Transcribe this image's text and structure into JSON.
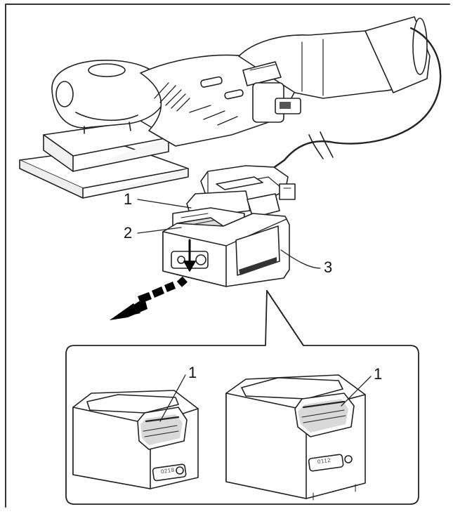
{
  "callouts": {
    "main_top_latch": "1",
    "main_release_button": "2",
    "main_battery_body": "3",
    "inset_small_latch": "1",
    "inset_large_latch": "1"
  },
  "battery_markings": {
    "small_battery": "0218",
    "large_battery": "0112"
  },
  "colors": {
    "line": "#222222",
    "fill": "#ffffff",
    "shade": "#d9d9d9",
    "dark": "#555555"
  }
}
